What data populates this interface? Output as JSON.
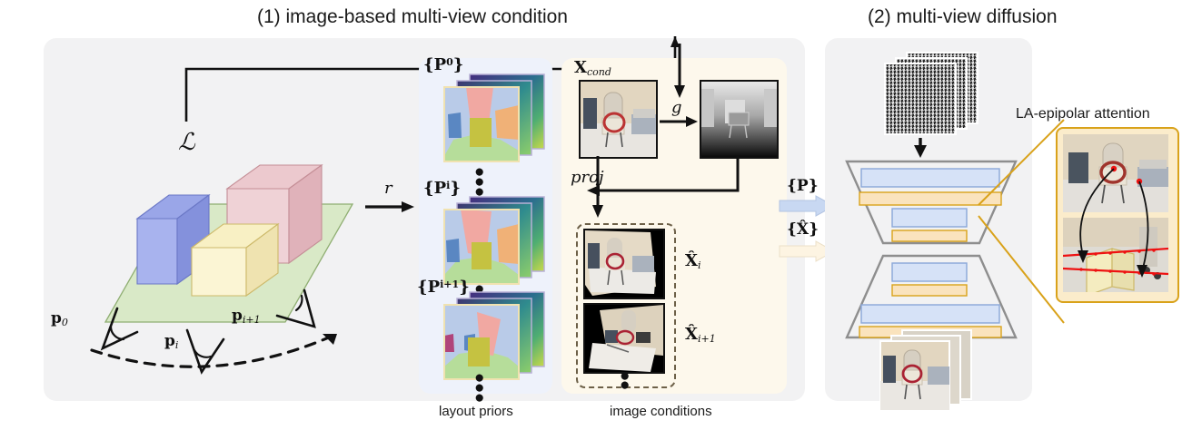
{
  "figure": {
    "section1_title": "(1) image-based multi-view condition",
    "section2_title": "(2) multi-view diffusion",
    "caption_layout": "layout priors",
    "caption_image": "image conditions"
  },
  "scene": {
    "loss_symbol": "ℒ",
    "cameras": [
      {
        "name": "p0",
        "label_main": "p",
        "label_sub": "0"
      },
      {
        "name": "pi",
        "label_main": "p",
        "label_sub": "i"
      },
      {
        "name": "pi1",
        "label_main": "p",
        "label_sub": "i+1"
      }
    ],
    "boxes": [
      {
        "name": "blue-box",
        "color": "#8e9ae0"
      },
      {
        "name": "pink-box",
        "color": "#e3bcc0"
      },
      {
        "name": "yellow-box",
        "color": "#f5edbe"
      }
    ],
    "ground_color": "#d7e8c4"
  },
  "render_arrow": {
    "label": "r"
  },
  "layout_priors": {
    "panel_color": "#eef2fb",
    "groups": [
      {
        "label_main": "P",
        "label_sup": "0",
        "name": "prior-set-0"
      },
      {
        "label_main": "P",
        "label_sup": "i",
        "name": "prior-set-i"
      },
      {
        "label_main": "P",
        "label_sup": "i+1",
        "name": "prior-set-i1"
      }
    ],
    "ellipsis": "⋮"
  },
  "image_conditions": {
    "panel_color": "#fdf8ec",
    "cond_label_main": "X",
    "cond_label_sub": "cond",
    "depth_fn_label": "g",
    "proj_label": "proj",
    "outputs": [
      {
        "label_main": "X̂",
        "label_sub": "i",
        "name": "warped-view-i"
      },
      {
        "label_main": "X̂",
        "label_sub": "i+1",
        "name": "warped-view-i1"
      }
    ],
    "ellipsis": "⋮"
  },
  "bridge": {
    "prior_token": "{P}",
    "image_token": "{X̂}",
    "prior_arrow_color": "#c8d8f2",
    "image_arrow_color": "#fdf4e2"
  },
  "diffusion": {
    "noise_label": "noise-latents",
    "output_label": "generated-views",
    "unet_blue": "#d6e2f7",
    "unet_orange": "#fae3bd"
  },
  "epipolar": {
    "title": "LA-epipolar attention",
    "border_color": "#d9a21a",
    "line_color": "#e81c1c"
  }
}
